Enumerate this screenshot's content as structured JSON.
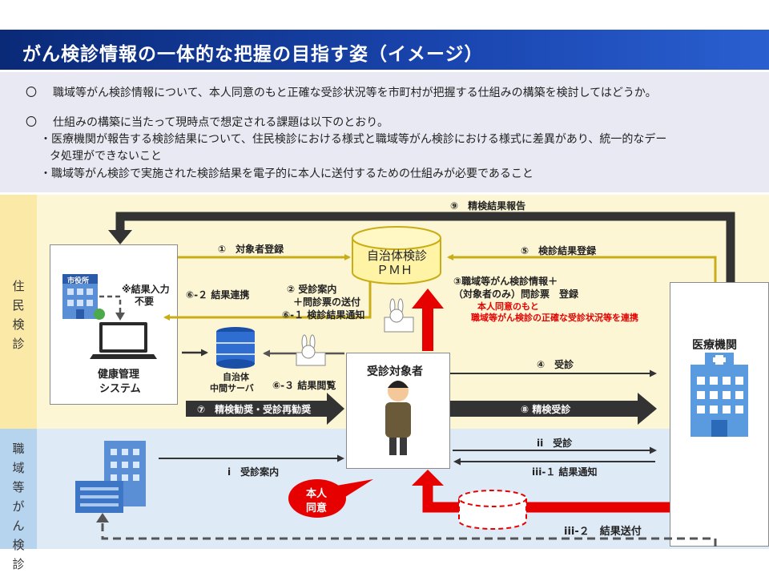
{
  "title": "がん検診情報の一体的な把握の目指す姿（イメージ）",
  "notes": {
    "bullet": "〇",
    "line1": "職域等がん検診情報について、本人同意のもと正確な受診状況等を市町村が把握する仕組みの構築を検討してはどうか。",
    "line2": "仕組みの構築に当たって現時点で想定される課題は以下のとおり。",
    "sub1a": "・医療機関が報告する検診結果について、住民検診における様式と職域等がん検診における様式に差異があり、統一的なデー",
    "sub1b": "タ処理ができないこと",
    "sub2": "・職域等がん検診で実施された検診結果を電子的に本人に送付するための仕組みが必要であること"
  },
  "sections": {
    "resident": "住民検診",
    "employment": "職域等がん検診"
  },
  "nodes": {
    "city_hall_sign": "市役所",
    "result_input_note_1": "※結果入力",
    "result_input_note_2": "不要",
    "health_system_1": "健康管理",
    "health_system_2": "システム",
    "pmh_1": "自治体検診",
    "pmh_2": "ＰＭＨ",
    "server_1": "自治体",
    "server_2": "中間サーバ",
    "target": "受診対象者",
    "medical": "医療機関",
    "consent_1": "本人",
    "consent_2": "同意"
  },
  "flows": {
    "f9": "⑨　精検結果報告",
    "f1": "①　対象者登録",
    "f5": "⑤　検診結果登録",
    "f6_2": "⑥-２ 結果連携",
    "f2_a": "② 受診案内",
    "f2_b": "＋問診票の送付",
    "f6_1": "⑥-１ 検診結果通知",
    "f3_a": "③職域等がん検診情報＋",
    "f3_b": "（対象者のみ）問診票　登録",
    "f3_note_1": "本人同意のもと",
    "f3_note_2": "職域等がん検診の正確な受診状況等を連携",
    "f6_3": "⑥-３ 結果閲覧",
    "f4": "④　受診",
    "f7": "⑦　精検勧奨・受診再勧奨",
    "f8": "⑧ 精検受診",
    "fii": "ii　受診",
    "fi": "ⅰ　受診案内",
    "fiii_1": "iii-１ 結果通知",
    "fiii_2": "iii-２　結果送付"
  },
  "colors": {
    "title_bar": "#1a46b0",
    "resident_bg": "#fdf6d5",
    "employment_bg": "#dfeaf7",
    "gold_arrow": "#c9ad16",
    "dark_arrow": "#333333",
    "red_arrow": "#e60000"
  }
}
